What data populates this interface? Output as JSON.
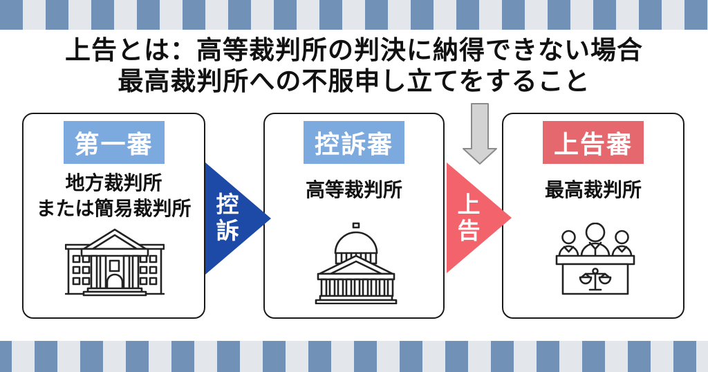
{
  "title": {
    "line1": "上告とは：高等裁判所の判決に納得できない場合",
    "line2": "最高裁判所への不服申し立てをすること"
  },
  "stages": [
    {
      "badge": "第一審",
      "lines": [
        "地方裁判所",
        "または簡易裁判所"
      ],
      "icon": "district-courthouse"
    },
    {
      "badge": "控訴審",
      "lines": [
        "高等裁判所"
      ],
      "icon": "high-court-dome"
    },
    {
      "badge": "上告審",
      "lines": [
        "最高裁判所"
      ],
      "icon": "supreme-court-judges"
    }
  ],
  "arrows": {
    "koso": {
      "label": "控訴"
    },
    "jokoku": {
      "label": "上告"
    }
  },
  "colors": {
    "stripe_blue": "#7191b6",
    "stripe_light": "#e3e6ea",
    "badge_blue": "#7caade",
    "badge_red": "#e6686f",
    "arrow_blue": "#1c4aa6",
    "arrow_red": "#f2636c",
    "down_arrow_fill": "#d3d3d3",
    "down_arrow_stroke": "#8b8b8b",
    "box_border": "#1a1a1a"
  }
}
